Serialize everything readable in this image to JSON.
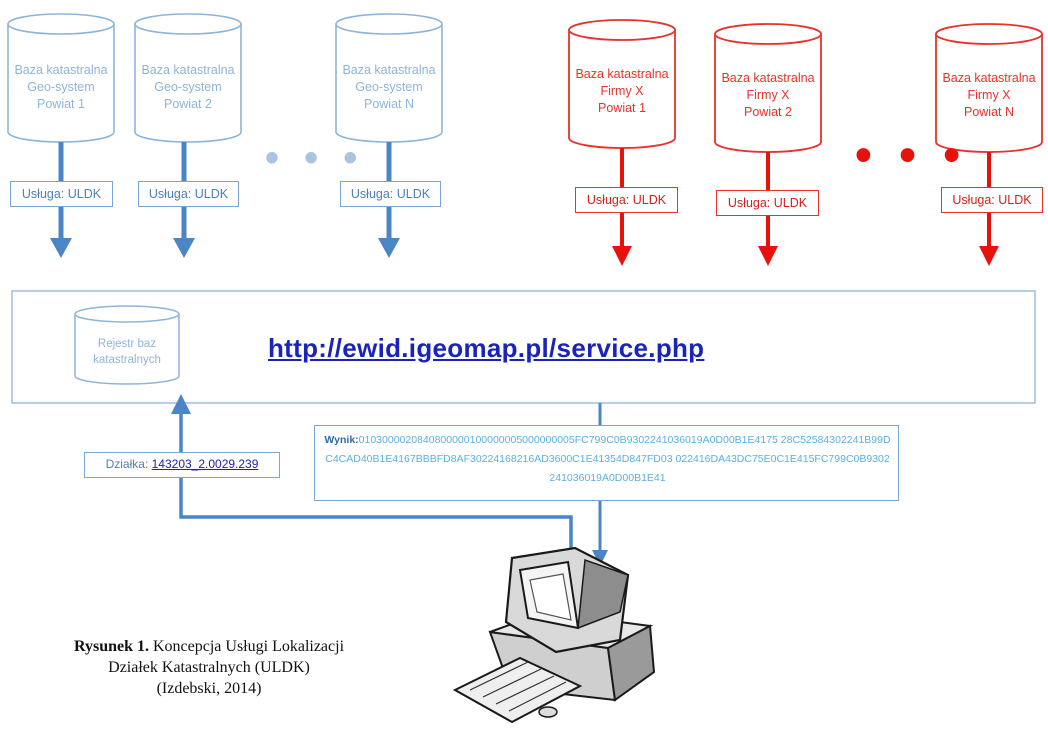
{
  "blue_databases": [
    {
      "line1": "Baza katastralna",
      "line2": "Geo-system",
      "line3": "Powiat 1",
      "service": "Usługa: ULDK"
    },
    {
      "line1": "Baza katastralna",
      "line2": "Geo-system",
      "line3": "Powiat 2",
      "service": "Usługa: ULDK"
    },
    {
      "line1": "Baza katastralna",
      "line2": "Geo-system",
      "line3": "Powiat N",
      "service": "Usługa: ULDK"
    }
  ],
  "red_databases": [
    {
      "line1": "Baza katastralna",
      "line2": "Firmy X",
      "line3": "Powiat 1",
      "service": "Usługa: ULDK"
    },
    {
      "line1": "Baza katastralna",
      "line2": "Firmy X",
      "line3": "Powiat 2",
      "service": "Usługa: ULDK"
    },
    {
      "line1": "Baza katastralna",
      "line2": "Firmy X",
      "line3": "Powiat N",
      "service": "Usługa: ULDK"
    }
  ],
  "ellipsis": "• • •",
  "registry": {
    "line1": "Rejestr baz",
    "line2": "katastralnych"
  },
  "service_url": "http://ewid.igeomap.pl/service.php",
  "result": {
    "label": "Wynik:",
    "value": "0103000020840800000100000005000000005FC799C0B9302241036019A0D00B1E4175 28C52584302241B99DC4CAD40B1E4167BBBFD8AF30224168216AD3600C1E41354D847FD03 022416DA43DC75E0C1E415FC799C0B9302241036019A0D00B1E41"
  },
  "parcel": {
    "label": "Działka:",
    "value": "143203_2.0029.239"
  },
  "caption": {
    "bold": "Rysunek 1.",
    "line1": "Koncepcja Usługi Lokalizacji",
    "line2": "Działek Katastralnych (ULDK)",
    "line3": "(Izdebski, 2014)"
  },
  "colors": {
    "blue": "#7aa6d4",
    "blue_arrow": "#4a86c5",
    "red": "#e8322c",
    "url": "#1a24b8"
  }
}
